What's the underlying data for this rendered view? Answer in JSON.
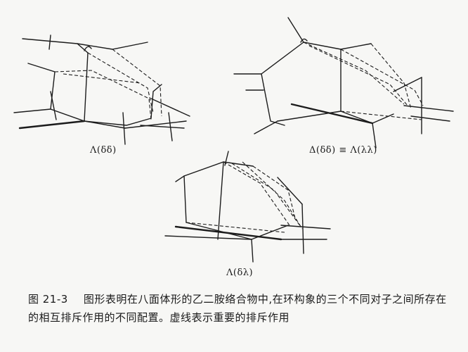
{
  "figure": {
    "labels": {
      "left": "Λ(δδ)",
      "right": "Δ(δδ) ≡ Λ(λλ)",
      "bottom": "Λ(δλ)"
    }
  },
  "caption": {
    "number": "图 21-3",
    "text": "图形表明在八面体形的乙二胺络合物中,在环构象的三个不同对子之间所存在的相互排斥作用的不同配置。虚线表示重要的排斥作用"
  }
}
